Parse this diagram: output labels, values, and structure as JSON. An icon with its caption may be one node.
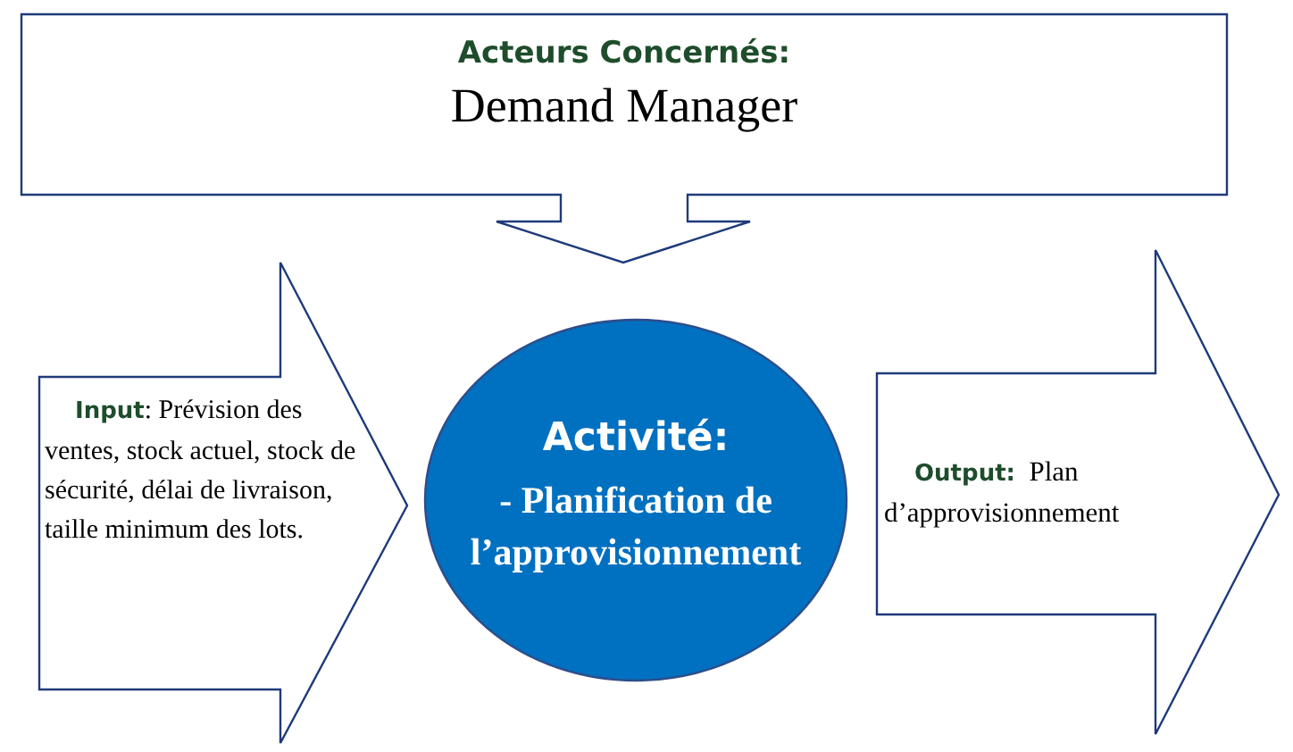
{
  "diagram": {
    "nodes": [
      {
        "text": [
          "Acteurs Concernés:",
          "Demand Manager"
        ]
      },
      {
        "text": [
          "**Input**: Prévision des ventes, stock actuel, stock de sécurité, délai de livraison, taille minimum des lots."
        ]
      },
      {
        "text": [
          "Activité:",
          "- Planification de l’approvisionnement"
        ]
      },
      {
        "text": [
          "**Output:**  Plan d’approvisionnement"
        ]
      }
    ]
  }
}
